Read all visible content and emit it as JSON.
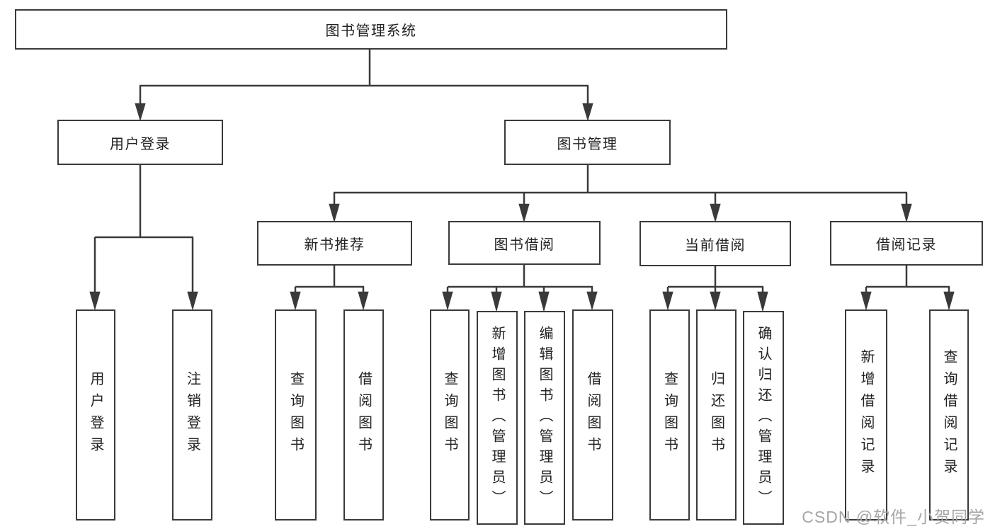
{
  "diagram_title": "图书管理系统",
  "tree": {
    "label": "图书管理系统",
    "children": [
      {
        "label": "用户登录",
        "children": [
          {
            "label": "用户登录"
          },
          {
            "label": "注销登录"
          }
        ]
      },
      {
        "label": "图书管理",
        "children": [
          {
            "label": "新书推荐",
            "children": [
              {
                "label": "查询图书"
              },
              {
                "label": "借阅图书"
              }
            ]
          },
          {
            "label": "图书借阅",
            "children": [
              {
                "label": "查询图书"
              },
              {
                "label": "新增图书（管理员）"
              },
              {
                "label": "编辑图书（管理员）"
              },
              {
                "label": "借阅图书"
              }
            ]
          },
          {
            "label": "当前借阅",
            "children": [
              {
                "label": "查询图书"
              },
              {
                "label": "归还图书"
              },
              {
                "label": "确认归还（管理员）"
              }
            ]
          },
          {
            "label": "借阅记录",
            "children": [
              {
                "label": "新增借阅记录"
              },
              {
                "label": "查询借阅记录"
              }
            ]
          }
        ]
      }
    ]
  },
  "watermark": "CSDN @软件_小贺同学",
  "colors": {
    "line": "#3a3a3a",
    "text": "#222222",
    "box_background": "#ffffff",
    "watermark": "#a6a6a6",
    "background": "#ffffff"
  }
}
